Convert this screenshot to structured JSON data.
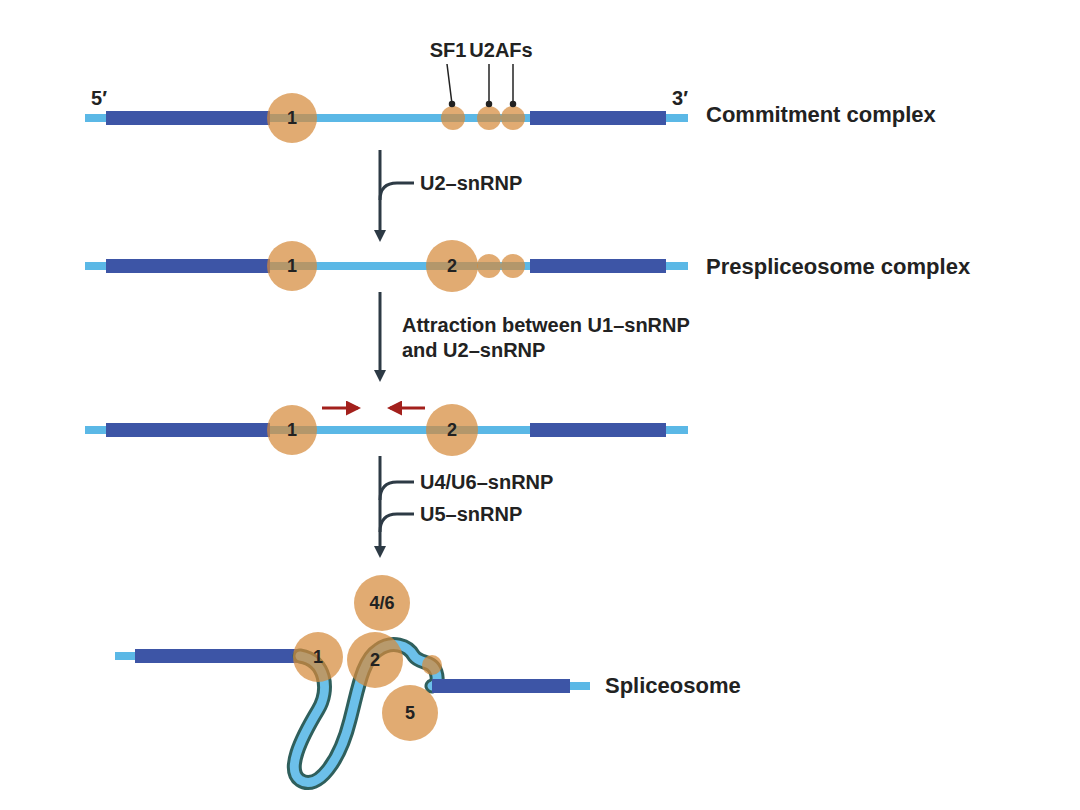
{
  "diagram": {
    "nodes": [
      {
        "text": [
          "1"
        ]
      },
      {
        "text": [
          "1"
        ]
      },
      {
        "text": [
          "2"
        ]
      },
      {
        "text": [
          "1"
        ]
      },
      {
        "text": [
          "2"
        ]
      },
      {
        "text": [
          "4/6"
        ]
      },
      {
        "text": [
          "1"
        ]
      },
      {
        "text": [
          "2"
        ]
      },
      {
        "text": [
          "5"
        ]
      }
    ],
    "labels": [
      "SF1",
      "U2AFs",
      "5′",
      "3′",
      "Commitment complex",
      "U2–snRNP",
      "Prespliceosome complex",
      "Attraction between U1–snRNP and U2–snRNP",
      "U4/U6–snRNP",
      "U5–snRNP",
      "Spliceosome"
    ]
  }
}
